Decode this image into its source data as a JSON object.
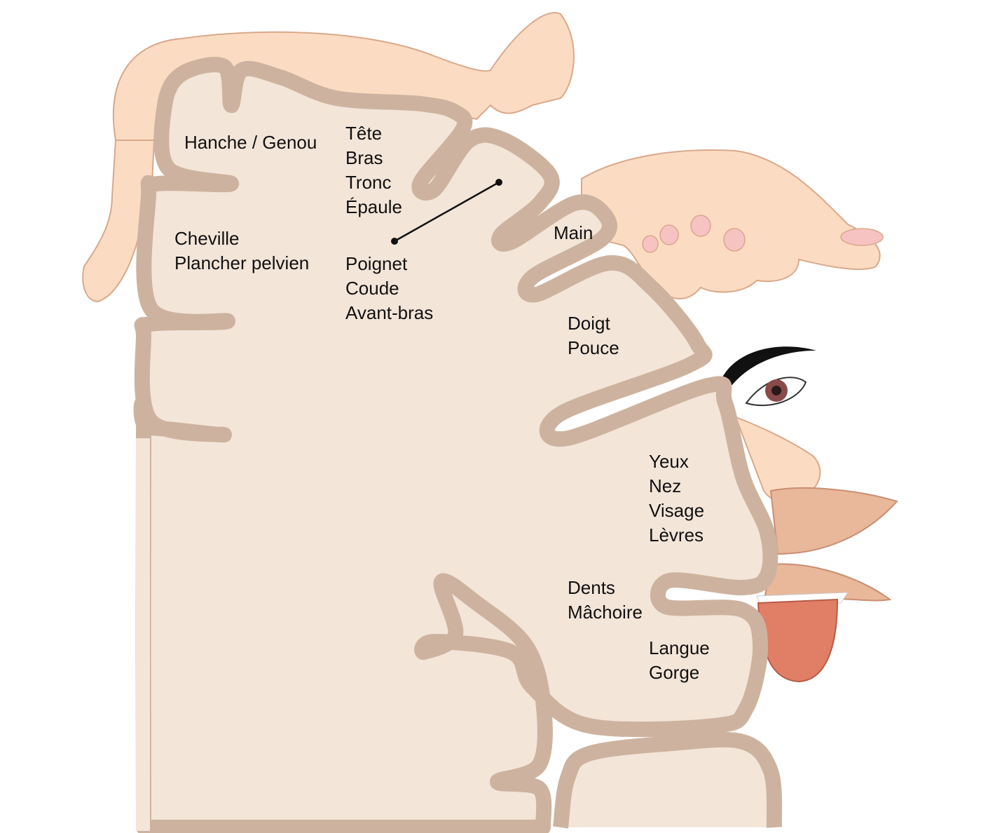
{
  "title": "Cortex somatosensoriel / moteur (homoncule)",
  "colors": {
    "cortex_fill": "#f3e5d8",
    "cortex_border": "#cdb39f",
    "skin": "#fbdcc3",
    "skin_outline": "#d9a88a",
    "lips": "#e9b79a",
    "tongue": "#e07f66",
    "eyebrow": "#111111",
    "iris": "#8a4a4a"
  },
  "labels": {
    "hip_knee": [
      "Hanche / Genou"
    ],
    "ankle_pelvic": [
      "Cheville",
      "Plancher pelvien"
    ],
    "head_trunk": [
      "Tête",
      "Bras",
      "Tronc",
      "Épaule"
    ],
    "wrist_forearm": [
      "Poignet",
      "Coude",
      "Avant-bras"
    ],
    "hand": [
      "Main"
    ],
    "finger_thumb": [
      "Doigt",
      "Pouce"
    ],
    "face": [
      "Yeux",
      "Nez",
      "Visage",
      "Lèvres"
    ],
    "teeth_jaw": [
      "Dents",
      "Mâchoire"
    ],
    "tongue_throat": [
      "Langue",
      "Gorge"
    ]
  }
}
